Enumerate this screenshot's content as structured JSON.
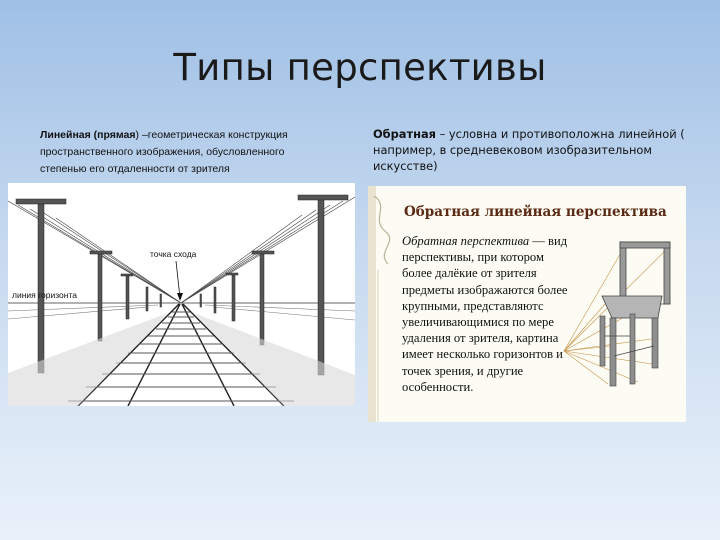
{
  "slide": {
    "title": "Типы перспективы"
  },
  "left": {
    "term": "Линейная (прямая",
    "paren_close": ")",
    "definition": " –геометрическая конструкция пространственного изображения, обусловленного степенью его отдаленности от зрителя",
    "image": {
      "vanishing_label": "точка схода",
      "horizon_label": "линия горизонта"
    }
  },
  "right": {
    "term": "Обратная",
    "definition": " – условна и противоположна линейной ( например, в средневековом изобразительном искусстве)",
    "image": {
      "title": "Обратная линейная перспектива",
      "lead": "Обратная перспектива",
      "body": " — вид перспективы, при котором более далёкие от зрителя предметы изображаются более крупными, представляютс увеличивающимися по мере удаления от зрителя, картина имеет несколько горизонтов и точек зрения, и другие особенности."
    }
  }
}
